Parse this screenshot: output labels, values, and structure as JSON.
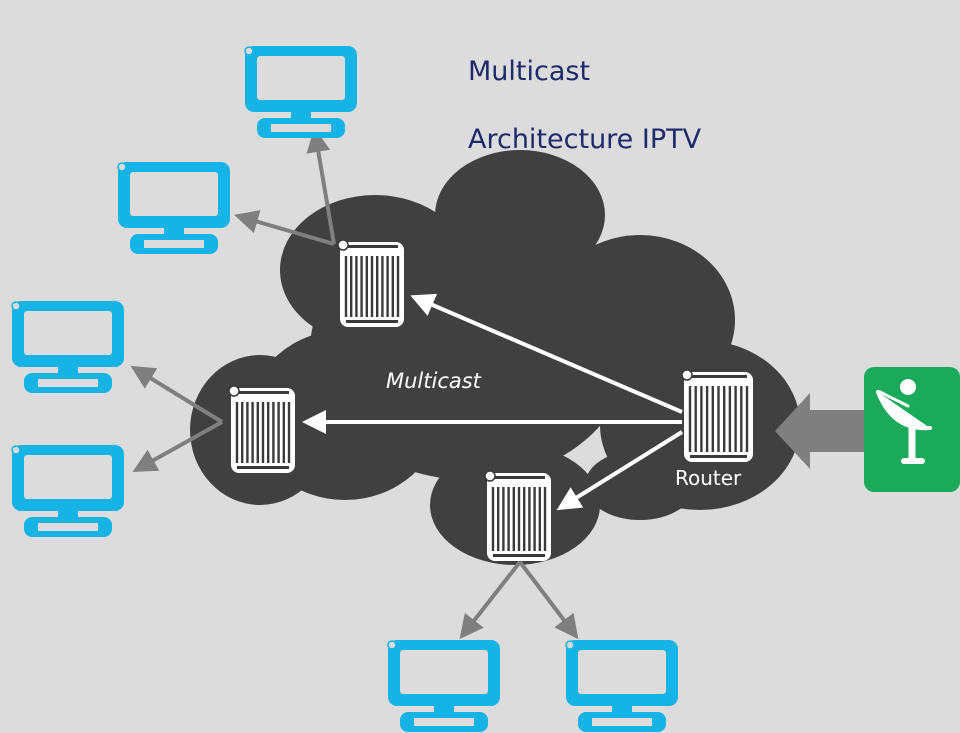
{
  "title_lines": [
    "Multicast",
    "Architecture IPTV"
  ],
  "labels": {
    "multicast": "Multicast",
    "router": "Router"
  },
  "colors": {
    "background": "#dcdcdc",
    "cloud": "#404040",
    "title_text": "#1f2a6b",
    "label_text": "#ffffff",
    "tv": "#16b3e6",
    "source_box": "#1aaa5a",
    "router_body": "#ffffff",
    "router_lines": "#3a3a3a",
    "arrow_white": "#ffffff",
    "arrow_gray": "#7f7f7f"
  },
  "icons": {
    "tv": "tv-screen-icon",
    "router": "router-icon",
    "source": "satellite-dish-icon"
  },
  "nodes": [
    {
      "id": "core-router",
      "kind": "router",
      "label": "Router"
    },
    {
      "id": "router-top",
      "kind": "router"
    },
    {
      "id": "router-left",
      "kind": "router"
    },
    {
      "id": "router-bottom",
      "kind": "router"
    },
    {
      "id": "tv-1",
      "kind": "tv"
    },
    {
      "id": "tv-2",
      "kind": "tv"
    },
    {
      "id": "tv-3",
      "kind": "tv"
    },
    {
      "id": "tv-4",
      "kind": "tv"
    },
    {
      "id": "tv-5",
      "kind": "tv"
    },
    {
      "id": "tv-6",
      "kind": "tv"
    },
    {
      "id": "source",
      "kind": "satellite"
    }
  ],
  "edges": [
    {
      "from": "source",
      "to": "core-router",
      "style": "thick-gray"
    },
    {
      "from": "core-router",
      "to": "router-top",
      "style": "white"
    },
    {
      "from": "core-router",
      "to": "router-left",
      "style": "white",
      "label": "Multicast"
    },
    {
      "from": "core-router",
      "to": "router-bottom",
      "style": "white"
    },
    {
      "from": "router-top",
      "to": "tv-1",
      "style": "gray"
    },
    {
      "from": "router-top",
      "to": "tv-2",
      "style": "gray"
    },
    {
      "from": "router-left",
      "to": "tv-3",
      "style": "gray"
    },
    {
      "from": "router-left",
      "to": "tv-4",
      "style": "gray"
    },
    {
      "from": "router-bottom",
      "to": "tv-5",
      "style": "gray"
    },
    {
      "from": "router-bottom",
      "to": "tv-6",
      "style": "gray"
    }
  ]
}
